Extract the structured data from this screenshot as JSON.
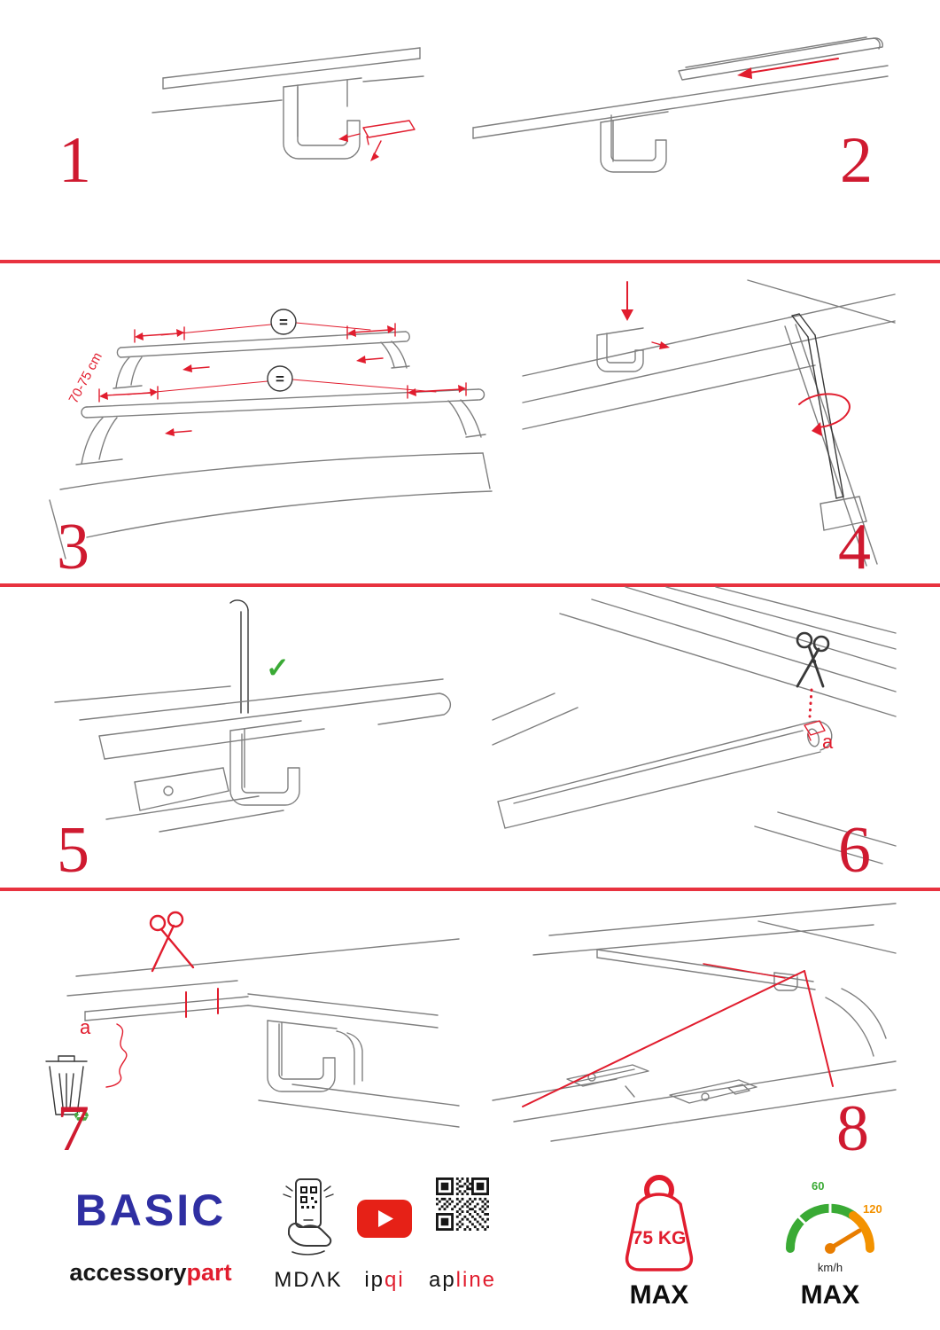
{
  "colors": {
    "accent_red": "#e11d2e",
    "brand_blue": "#2f2fa2",
    "gauge_green": "#3aaa35",
    "gauge_orange": "#f39200"
  },
  "steps": {
    "s1": {
      "number": "1"
    },
    "s2": {
      "number": "2"
    },
    "s3": {
      "number": "3",
      "distance_label": "70-75 cm",
      "equals": "="
    },
    "s4": {
      "number": "4"
    },
    "s5": {
      "number": "5",
      "check_mark": "✓"
    },
    "s6": {
      "number": "6",
      "cut_label": "a"
    },
    "s7": {
      "number": "7",
      "cut_label": "a",
      "recycle_symbol": "♻"
    },
    "s8": {
      "number": "8"
    }
  },
  "footer": {
    "brand": "BASIC",
    "brand_sub_black": "accessory",
    "brand_sub_red": "part",
    "mdak": "MDΛK",
    "ipqi_black": "ip",
    "ipqi_red": "qi",
    "apline_black": "ap",
    "apline_red": "line",
    "weight_value": "75 KG",
    "weight_max": "MAX",
    "speed_low": "60",
    "speed_high": "120",
    "speed_unit": "km/h",
    "speed_max": "MAX"
  }
}
